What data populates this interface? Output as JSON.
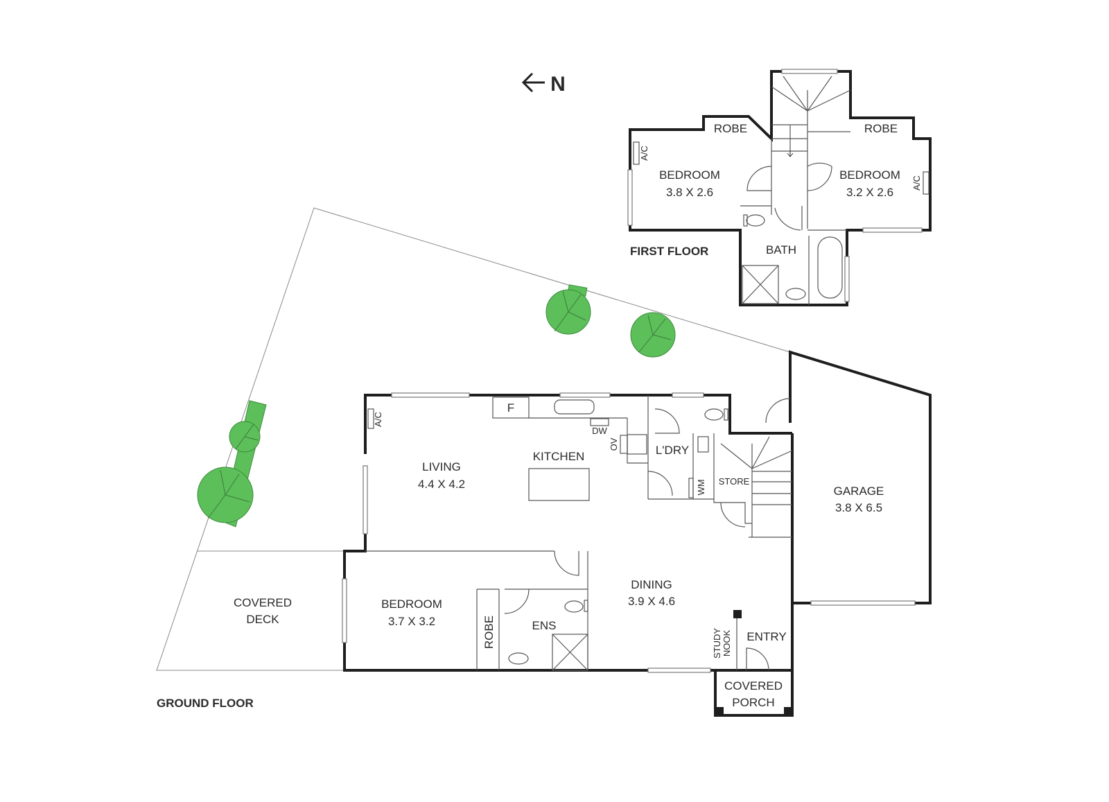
{
  "compass": {
    "label": "N",
    "icon": "arrow-left-icon"
  },
  "floors": {
    "first_floor": {
      "title": "FIRST FLOOR",
      "rooms": {
        "robe_left": "ROBE",
        "robe_right": "ROBE",
        "bedroom_left": {
          "name": "BEDROOM",
          "size": "3.8 X 2.6"
        },
        "bedroom_right": {
          "name": "BEDROOM",
          "size": "3.2 X 2.6"
        },
        "bath": "BATH",
        "ac_left": "A/C",
        "ac_right": "A/C"
      }
    },
    "ground_floor": {
      "title": "GROUND FLOOR",
      "rooms": {
        "living": {
          "name": "LIVING",
          "size": "4.4 X 4.2"
        },
        "kitchen": "KITCHEN",
        "fridge": "F",
        "dishwasher": "DW",
        "oven": "OV",
        "laundry": "L'DRY",
        "washing_machine": "WM",
        "store": "STORE",
        "garage": {
          "name": "GARAGE",
          "size": "3.8 X 6.5"
        },
        "dining": {
          "name": "DINING",
          "size": "3.9 X 4.6"
        },
        "bedroom": {
          "name": "BEDROOM",
          "size": "3.7 X 3.2"
        },
        "robe": "ROBE",
        "ensuite": "ENS",
        "study_nook": [
          "STUDY",
          "NOOK"
        ],
        "entry": "ENTRY",
        "covered_porch": [
          "COVERED",
          "PORCH"
        ],
        "covered_deck": [
          "COVERED",
          "DECK"
        ],
        "ac": "A/C"
      }
    }
  },
  "colors": {
    "wall": "#1e1e1e",
    "tree": "#5cbf5a"
  }
}
